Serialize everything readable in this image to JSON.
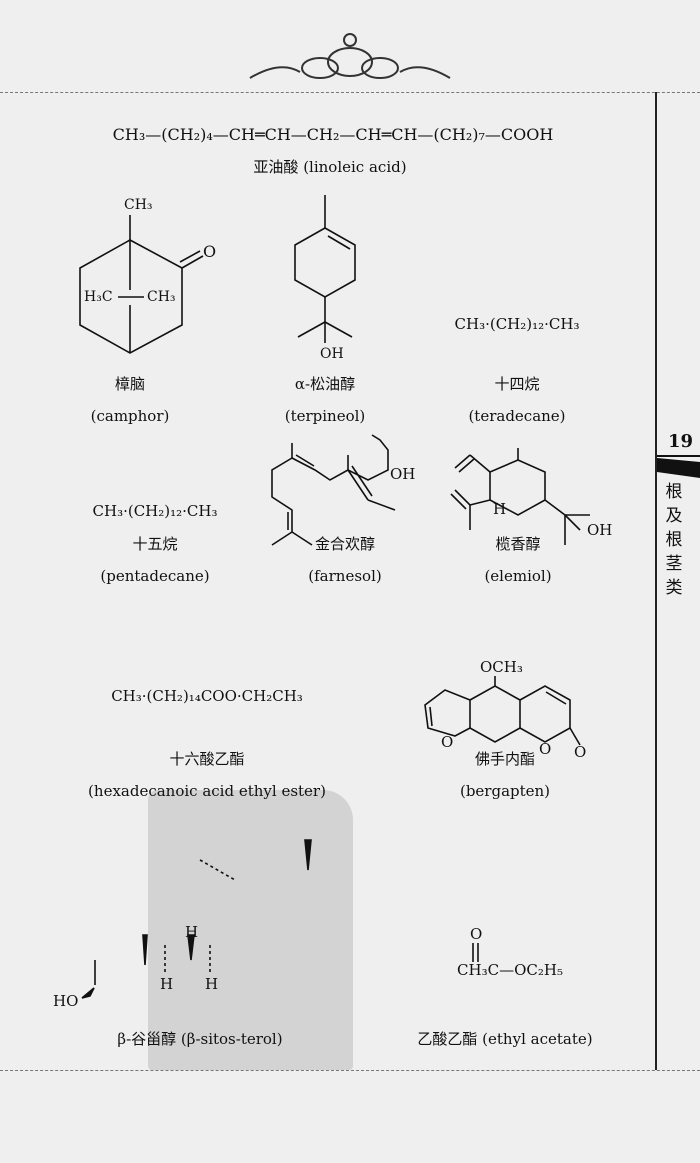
{
  "page": {
    "number": "19",
    "side_title": "一、根及根茎类"
  },
  "compounds": {
    "linoleic": {
      "formula": "CH₃—(CH₂)₄—CH═CH—CH₂—CH═CH—(CH₂)₇—COOH",
      "label": "亚油酸 (linoleic acid)"
    },
    "camphor": {
      "cn": "樟脑",
      "en": "(camphor)",
      "atoms": {
        "ch3_top": "CH₃",
        "o": "O",
        "h3c": "H₃C",
        "ch3_right": "CH₃"
      }
    },
    "terpineol": {
      "cn": "α-松油醇",
      "en": "(terpineol)",
      "atoms": {
        "oh": "OH"
      }
    },
    "tetradecane": {
      "formula": "CH₃·(CH₂)₁₂·CH₃",
      "cn": "十四烷",
      "en": "(teradecane)"
    },
    "pentadecane": {
      "formula": "CH₃·(CH₂)₁₂·CH₃",
      "cn": "十五烷",
      "en": "(pentadecane)"
    },
    "farnesol": {
      "cn": "金合欢醇",
      "en": "(farnesol)",
      "atoms": {
        "oh": "OH"
      }
    },
    "elemiol": {
      "cn": "榄香醇",
      "en": "(elemiol)",
      "atoms": {
        "h": "H",
        "oh": "OH"
      }
    },
    "ethyl_hexadecanoate": {
      "formula": "CH₃·(CH₂)₁₄COO·CH₂CH₃",
      "cn": "十六酸乙酯",
      "en": "(hexadecanoic acid ethyl ester)"
    },
    "bergapten": {
      "cn": "佛手内酯",
      "en": "(bergapten)",
      "atoms": {
        "och3": "OCH₃",
        "o1": "O",
        "o2": "O",
        "o3": "O"
      }
    },
    "sitosterol": {
      "label": "β-谷甾醇 (β-sitos-terol)",
      "atoms": {
        "h1": "H",
        "h2": "H",
        "h3": "H",
        "ho": "HO"
      }
    },
    "ethyl_acetate": {
      "o": "O",
      "formula": "CH₃C—OC₂H₅",
      "label": "乙酸乙酯 (ethyl acetate)"
    }
  }
}
